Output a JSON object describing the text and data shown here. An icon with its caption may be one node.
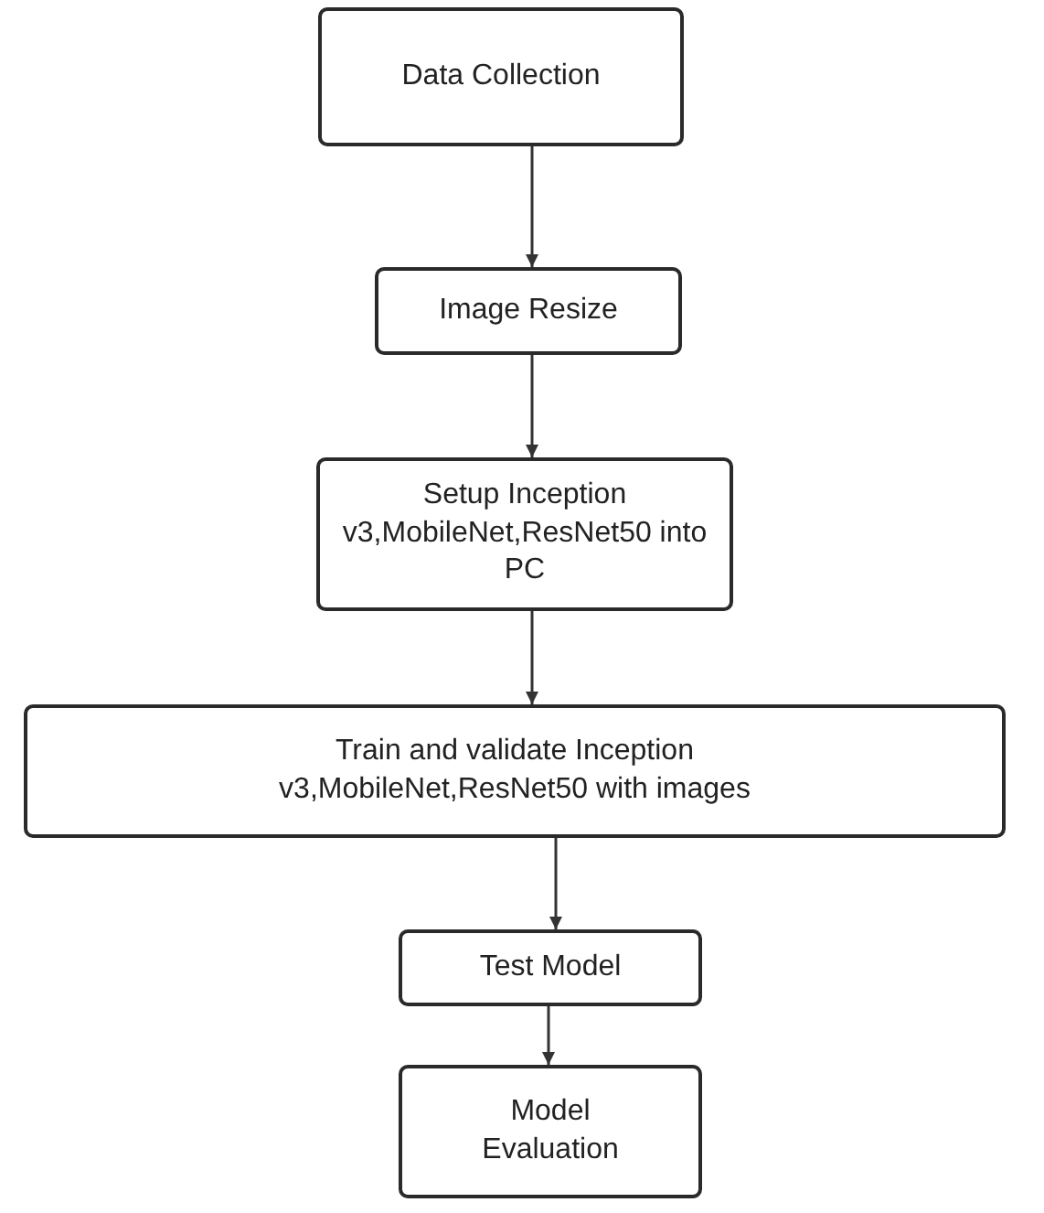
{
  "diagram": {
    "nodes": [
      {
        "text": [
          "Data Collection"
        ]
      },
      {
        "text": [
          "Image Resize"
        ]
      },
      {
        "text": [
          "Setup Inception v3,MobileNet,ResNet50 into PC"
        ]
      },
      {
        "text": [
          "Train and validate Inception v3,MobileNet,ResNet50 with images"
        ]
      },
      {
        "text": [
          "Test Model"
        ]
      },
      {
        "text": [
          "Model Evaluation"
        ]
      }
    ],
    "edges": [
      {
        "from": 0,
        "to": 1,
        "arrow": "to"
      },
      {
        "from": 1,
        "to": 2,
        "arrow": "to"
      },
      {
        "from": 2,
        "to": 3,
        "arrow": "to"
      },
      {
        "from": 3,
        "to": 4,
        "arrow": "to"
      },
      {
        "from": 4,
        "to": 5,
        "arrow": "to"
      }
    ]
  }
}
